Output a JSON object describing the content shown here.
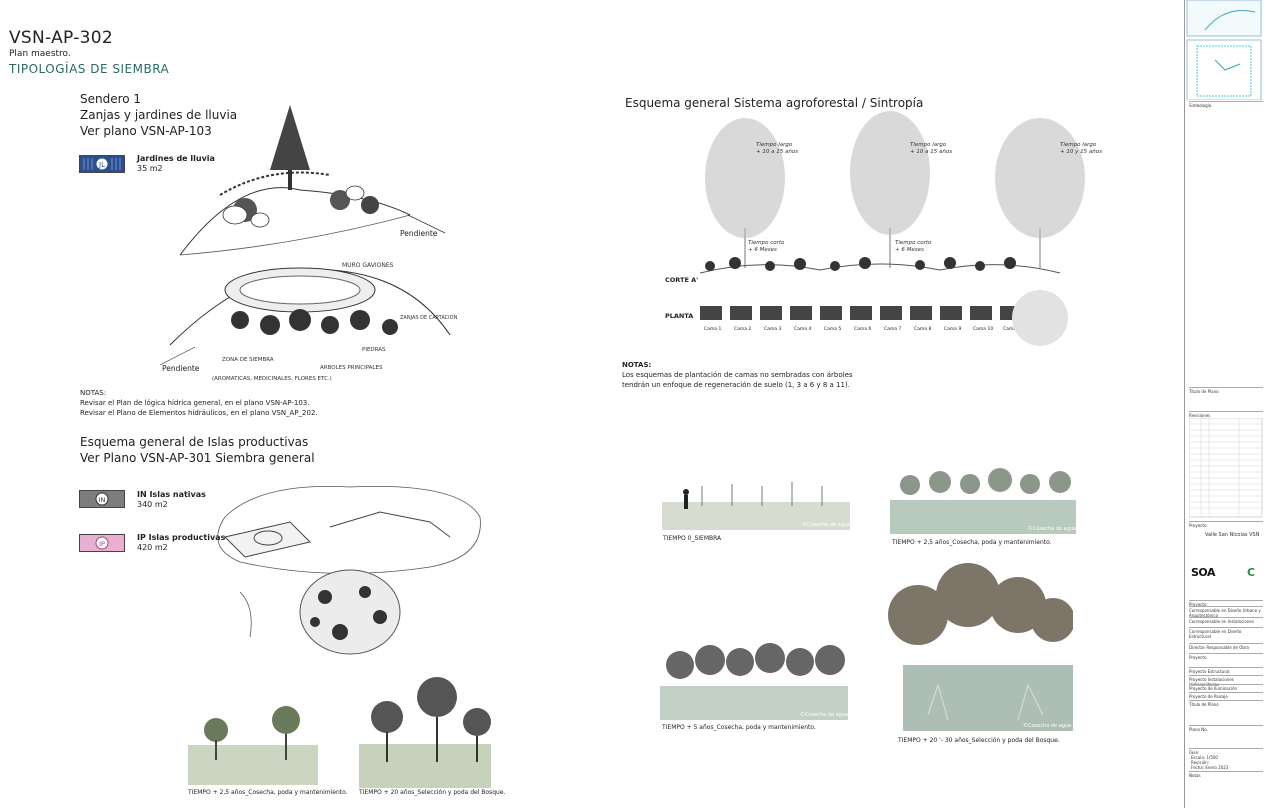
{
  "header": {
    "code": "VSN-AP-302",
    "subtitle": "Plan maestro.",
    "title": "TIPOLOGÍAS DE SIEMBRA"
  },
  "sendero": {
    "line1": "Sendero 1",
    "line2": "Zanjas y jardines de lluvia",
    "line3": "Ver plano VSN-AP-103",
    "legend_code": "JL",
    "legend_name": "Jardines de lluvia",
    "legend_area": "35 m2",
    "label_pendiente_1": "Pendiente",
    "label_pendiente_2": "Pendiente",
    "label_muro": "MURO GAVIONES",
    "label_zona_siembra": "ZONA DE SIEMBRA",
    "label_zona_desc": "(AROMATICAS, MEDICINALES, FLORES ETC.)",
    "label_piedras": "PIEDRAS",
    "label_arboles": "ARBOLES PRINCIPALES",
    "label_zanjas": "ZANJAS DE CAPTACION",
    "notes_title": "NOTAS:",
    "note1": "Revisar el Plan de lógica hídrica general, en el plano VSN-AP-103.",
    "note2": "Revisar el Plano de Elementos hidráulicos, en el plano VSN_AP_202."
  },
  "agro": {
    "title": "Esquema general Sistema agroforestal / Sintropía",
    "label_largo_1": "Tiempo largo",
    "label_largo_1b": "+ 10 a 15 años",
    "label_largo_2": "Tiempo largo",
    "label_largo_2b": "+ 10 a 15 años",
    "label_largo_3": "Tiempo largo",
    "label_largo_3b": "+ 10 y 15 años",
    "label_corto_1": "Tiempo corto",
    "label_corto_1b": "+ 6 Meses",
    "label_corto_2": "Tiempo corto",
    "label_corto_2b": "+ 6 Meses",
    "corte": "CORTE A'",
    "planta": "PLANTA",
    "camas": [
      "Cama 1",
      "Cama 2",
      "Cama 3",
      "Cama 4",
      "Cama 5",
      "Cama 6",
      "Cama 7",
      "Cama 8",
      "Cama 9",
      "Cama 10",
      "Cama 11"
    ],
    "notes_title": "NOTAS:",
    "note1": "Los esquemas de plantación de camas no sembradas con árboles",
    "note2": "tendrán un enfoque de regeneración de suelo (1, 3 a 6 y 8 a 11)."
  },
  "islas": {
    "line1": "Esquema general de Islas productivas",
    "line2": "Ver Plano VSN-AP-301 Siembra general",
    "legend_in_code": "IN",
    "legend_in_name": "IN Islas nativas",
    "legend_in_area": "340 m2",
    "legend_ip_code": "IP",
    "legend_ip_name": "IP Islas productivas",
    "legend_ip_area": "420 m2",
    "cap1": "TIEMPO + 2,5 años_Cosecha, poda y mantenimiento.",
    "cap2": "TIEMPO + 20 años_Selección y poda del Bosque."
  },
  "tiempos": {
    "cap0": "TIEMPO 0_SIEMBRA",
    "cap25": "TIEMPO + 2,5 años_Cosecha, poda y mantenimiento.",
    "cap5": "TIEMPO + 5 años_Cosecha, poda y mantenimiento.",
    "cap20": "TIEMPO + 20 '- 30 años_Selección y poda del Bosque.",
    "watermark": "©Cosecha de agua"
  },
  "sidebar": {
    "simbologia": "Simbología",
    "titulo_plano": "Titulo de Plano",
    "revisiones": "Revisiones",
    "proyecto_label": "Proyecto",
    "proyecto_name": "Valle San Nicolas VSN",
    "logo": "SOA",
    "rows": [
      "Proyecto",
      "Corresponsable en Diseño Urbano y Arquitectónico",
      "Corresponsable en Instalaciones",
      "Corresponsable en Diseño Estructural",
      "Director Responsable de Obra",
      "Proyecto",
      "Proyecto Estructural",
      "Proyecto Instalaciones Hidrosanitarias",
      "Proyecto de Iluminación",
      "Proyecto de Paisaje",
      "Título de Plano"
    ],
    "plano_no": "Plano No.",
    "fase": "Fase:",
    "escala": "Escala: 1/500",
    "revision": "Revisión:",
    "fecha": "Fecha: Enero 2023",
    "notas": "Notas"
  },
  "colors": {
    "accent": "#2b6a60",
    "jl": "#2d4f8f",
    "ip": "#e7a1c9",
    "in": "#8a8a8a"
  }
}
